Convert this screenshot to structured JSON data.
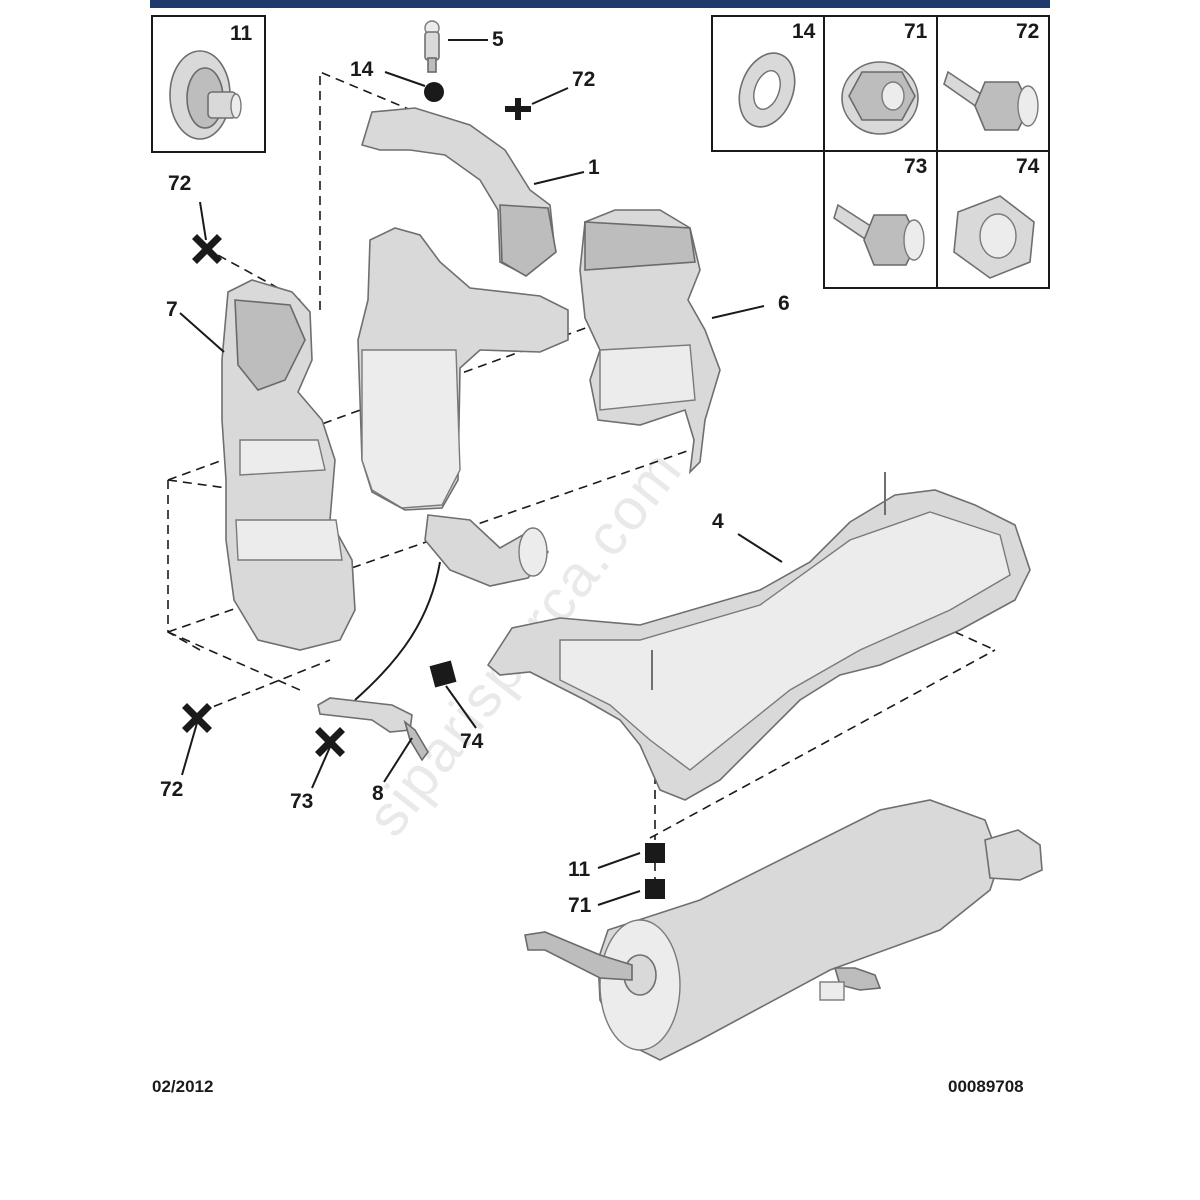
{
  "header": {
    "bar_color": "#1f3b6e"
  },
  "callouts": {
    "c1": "1",
    "c4": "4",
    "c5": "5",
    "c6": "6",
    "c7": "7",
    "c8": "8",
    "c11_top": "11",
    "c11_bottom": "11",
    "c14_top": "14",
    "c71_bottom": "71",
    "c72_top": "72",
    "c72_left": "72",
    "c72_lower": "72",
    "c73": "73",
    "c74": "74"
  },
  "legend": {
    "box_11": "11",
    "box_14": "14",
    "box_71": "71",
    "box_72": "72",
    "box_73": "73",
    "box_74": "74"
  },
  "footer": {
    "date": "02/2012",
    "reference": "00089708"
  },
  "watermark": "siparisparca.com",
  "icons": {
    "cross_marker": "cross-icon",
    "square_marker": "square-icon",
    "circle_marker": "circle-icon"
  }
}
